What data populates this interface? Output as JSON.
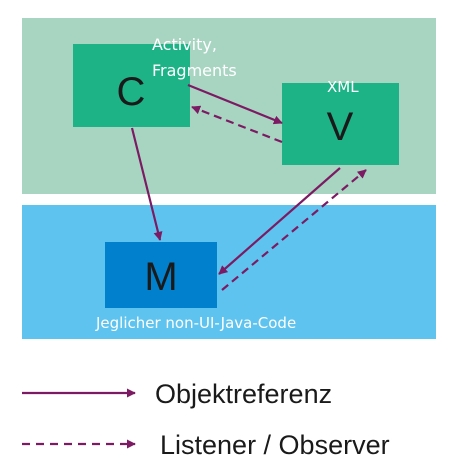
{
  "colors": {
    "top_band": "#a8d5c2",
    "bottom_band": "#5ec3ee",
    "box_cv": "#1db386",
    "box_m": "#0180cd",
    "arrow": "#7c1b63",
    "label_white": "#ffffff",
    "text_dark": "#1a1a1a"
  },
  "boxes": {
    "c": {
      "letter": "C",
      "caption": [
        "Activity,",
        "Fragments"
      ]
    },
    "v": {
      "letter": "V",
      "caption": [
        "XML"
      ]
    },
    "m": {
      "letter": "M",
      "caption": [
        "Jeglicher non-UI-Java-Code"
      ]
    }
  },
  "legend": {
    "solid_label": "Objektreferenz",
    "dashed_label": "Listener / Observer"
  }
}
